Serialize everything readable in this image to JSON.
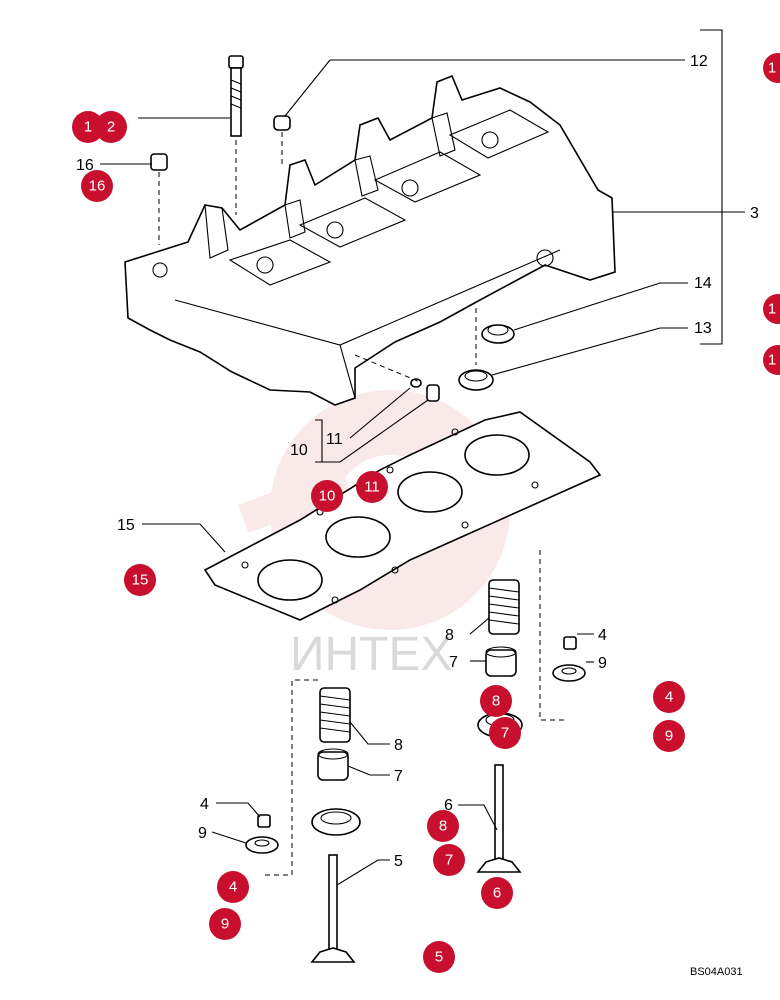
{
  "drawing_code": "BS04A031",
  "watermark_text": "ИНТЕХ",
  "colors": {
    "badge": "#c8102e",
    "line": "#000000",
    "watermark": "#f3c1c1"
  },
  "callouts": {
    "c3": "3",
    "c4a": "4",
    "c4b": "4",
    "c5": "5",
    "c6": "6",
    "c7a": "7",
    "c7b": "7",
    "c8a": "8",
    "c8b": "8",
    "c9a": "9",
    "c9b": "9",
    "c10": "10",
    "c11": "11",
    "c12": "12",
    "c13": "13",
    "c14": "14",
    "c15": "15",
    "c16": "16"
  },
  "badges": {
    "b1a": "1",
    "b2": "2",
    "b16": "16",
    "b1b": "1",
    "b1c": "1",
    "b1d": "1",
    "b10": "10",
    "b11": "11",
    "b15": "15",
    "b8a": "8",
    "b7a": "7",
    "b4a": "4",
    "b9a": "9",
    "b8b": "8",
    "b7b": "7",
    "b6": "6",
    "b4b": "4",
    "b9b": "9",
    "b5": "5"
  }
}
